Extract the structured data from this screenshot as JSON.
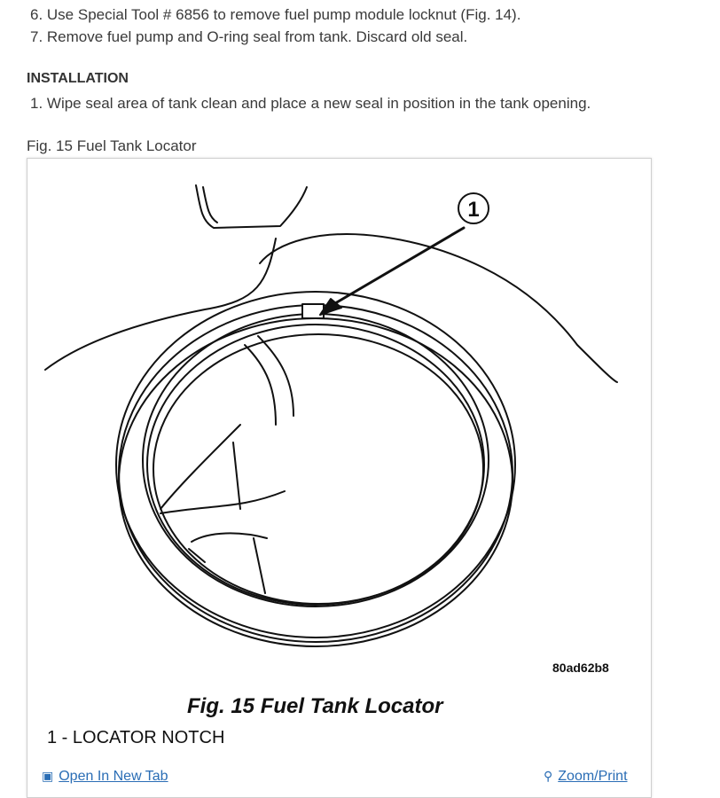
{
  "steps": [
    {
      "text": " 6. Use Special Tool # 6856 to remove fuel pump module locknut (Fig. 14)."
    },
    {
      "text": " 7. Remove fuel pump and O-ring seal from tank. Discard old seal."
    }
  ],
  "section": {
    "heading": "INSTALLATION",
    "step1": " 1. Wipe seal area of tank clean and place a new seal in position in the tank opening."
  },
  "figure": {
    "caption": "Fig. 15 Fuel Tank Locator",
    "callout_number": "1",
    "image_code": "80ad62b8",
    "embedded_title": "Fig. 15 Fuel Tank Locator",
    "legend": "1 - LOCATOR NOTCH"
  },
  "toolbar": {
    "open_new_tab": "Open In New Tab",
    "zoom_print": "Zoom/Print",
    "open_icon": "external-window-icon",
    "zoom_icon": "magnifier-icon"
  },
  "colors": {
    "link": "#2a6db5",
    "text": "#333333"
  }
}
